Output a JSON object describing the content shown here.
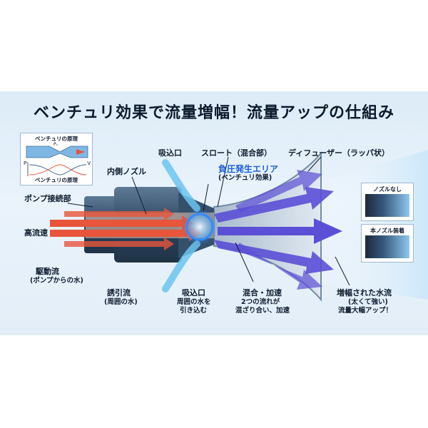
{
  "title": "ベンチュリ効果で流量増幅！流量アップの仕組み",
  "inset": {
    "title": "ベンチュリの原理",
    "p_label": "P",
    "pv_label": "Pᵥ",
    "v_label": "V",
    "caption": "ベンチュリの原理"
  },
  "labels": {
    "pump_connection": "ポンプ接続部",
    "inner_nozzle": "内側ノズル",
    "intake_top": "吸込口",
    "throat": "スロート（混合部）",
    "diffuser": "ディフューザー（ラッパ状）",
    "negative_pressure": "負圧発生エリア",
    "negative_pressure_sub": "(ベンチュリ効果)",
    "high_speed": "高流速",
    "driving_flow": "駆動流",
    "driving_flow_sub": "(ポンプからの水)",
    "induced_flow": "誘引流",
    "induced_flow_sub": "(周囲の水)",
    "intake_bottom": "吸込口",
    "intake_bottom_sub1": "周囲の水を",
    "intake_bottom_sub2": "引き込む",
    "mixing": "混合・加速",
    "mixing_sub1": "2つの流れが",
    "mixing_sub2": "混ざり合い、加速",
    "amplified": "増幅された水流",
    "amplified_sub1": "(太くて強い)",
    "amplified_sub2": "流量大幅アップ！"
  },
  "comparison": {
    "without": "ノズルなし",
    "with": "本ノズル装着"
  },
  "colors": {
    "driving_arrow": "#e8553a",
    "mixed_arrow": "#5b4fd6",
    "intake_arrow": "#6cc4ef",
    "body": "#3d5670",
    "glow": "#3a9bff"
  }
}
